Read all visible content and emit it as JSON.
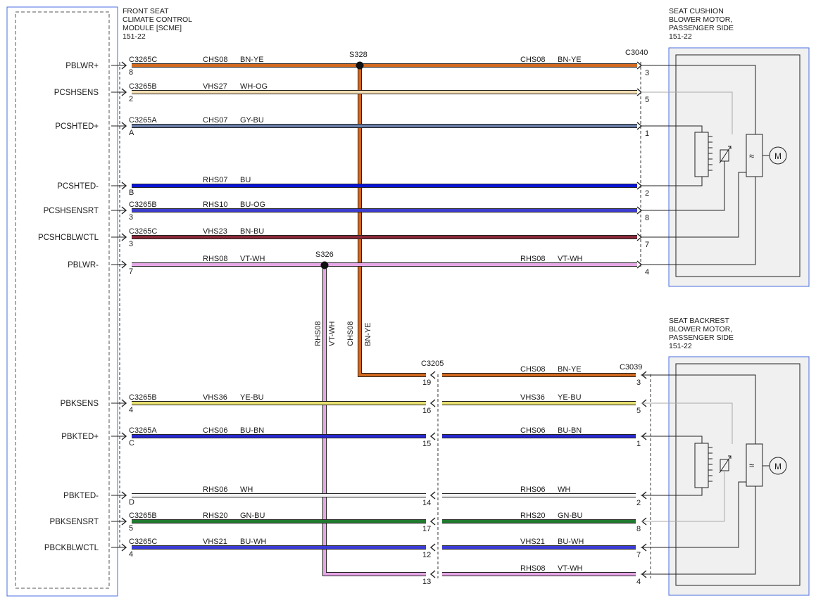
{
  "module": {
    "title": [
      "FRONT SEAT",
      "CLIMATE CONTROL",
      "MODULE [SCME]",
      "151-22"
    ],
    "signals": [
      "PBLWR+",
      "PCSHSENS",
      "PCSHTED+",
      "PCSHTED-",
      "PCSHSENSRT",
      "PCSHCBLWCTL",
      "PBLWR-",
      "PBKSENS",
      "PBKTED+",
      "PBKTED-",
      "PBKSENSRT",
      "PBCKBLWCTL"
    ]
  },
  "cushion": {
    "title": [
      "SEAT CUSHION",
      "BLOWER MOTOR,",
      "PASSENGER SIDE",
      "151-22"
    ],
    "connector": "C3040",
    "motor_symbol": "M"
  },
  "backrest": {
    "title": [
      "SEAT BACKREST",
      "BLOWER MOTOR,",
      "PASSENGER SIDE",
      "151-22"
    ],
    "connector": "C3039",
    "motor_symbol": "M"
  },
  "splices": {
    "s328": "S328",
    "s326": "S326"
  },
  "inline_connector": "C3205",
  "colors": {
    "BN-YE": "#d2691e",
    "WH-OG": "#f5deb3",
    "GY-BU": "#6a7fa8",
    "BU": "#0a14d8",
    "BU-OG": "#3c3cd0",
    "BN-BU": "#8b2a3a",
    "VT-WH": "#e6a6e6",
    "YE-BU": "#e8e070",
    "BU-BN": "#2828d0",
    "WH": "#f4f4f4",
    "GN-BU": "#1f7a2e",
    "BU-WH": "#3a3ad8",
    "module_box_border": "#4a6ee0",
    "box_fill": "#f0f0f0"
  },
  "wires": [
    {
      "signal": "PBLWR+",
      "pin": "8",
      "conn": "C3265C",
      "circuit": "CHS08",
      "color": "BN-YE",
      "far_circuit": "CHS08",
      "far_color": "BN-YE",
      "far_pin": "3"
    },
    {
      "signal": "PCSHSENS",
      "pin": "2",
      "conn": "C3265B",
      "circuit": "VHS27",
      "color": "WH-OG",
      "far_pin": "5"
    },
    {
      "signal": "PCSHTED+",
      "pin": "A",
      "conn": "C3265A",
      "circuit": "CHS07",
      "color": "GY-BU",
      "far_pin": "1"
    },
    {
      "signal": "PCSHTED-",
      "pin": "B",
      "conn": "",
      "circuit": "RHS07",
      "color": "BU",
      "far_pin": "2"
    },
    {
      "signal": "PCSHSENSRT",
      "pin": "3",
      "conn": "C3265B",
      "circuit": "RHS10",
      "color": "BU-OG",
      "far_pin": "8"
    },
    {
      "signal": "PCSHCBLWCTL",
      "pin": "3",
      "conn": "C3265C",
      "circuit": "VHS23",
      "color": "BN-BU",
      "far_pin": "7"
    },
    {
      "signal": "PBLWR-",
      "pin": "7",
      "conn": "",
      "circuit": "RHS08",
      "color": "VT-WH",
      "far_circuit": "RHS08",
      "far_color": "VT-WH",
      "far_pin": "4"
    },
    {
      "signal": "PBKSENS",
      "pin": "4",
      "conn": "C3265B",
      "circuit": "VHS36",
      "color": "YE-BU",
      "mid_pin": "16",
      "far_circuit": "VHS36",
      "far_color": "YE-BU",
      "far_pin": "5"
    },
    {
      "signal": "PBKTED+",
      "pin": "C",
      "conn": "C3265A",
      "circuit": "CHS06",
      "color": "BU-BN",
      "mid_pin": "15",
      "far_circuit": "CHS06",
      "far_color": "BU-BN",
      "far_pin": "1"
    },
    {
      "signal": "PBKTED-",
      "pin": "D",
      "conn": "",
      "circuit": "RHS06",
      "color": "WH",
      "mid_pin": "14",
      "far_circuit": "RHS06",
      "far_color": "WH",
      "far_pin": "2"
    },
    {
      "signal": "PBKSENSRT",
      "pin": "5",
      "conn": "C3265B",
      "circuit": "RHS20",
      "color": "GN-BU",
      "mid_pin": "17",
      "far_circuit": "RHS20",
      "far_color": "GN-BU",
      "far_pin": "8"
    },
    {
      "signal": "PBCKBLWCTL",
      "pin": "4",
      "conn": "C3265C",
      "circuit": "VHS21",
      "color": "BU-WH",
      "mid_pin": "12",
      "far_circuit": "VHS21",
      "far_color": "BU-WH",
      "far_pin": "7"
    }
  ],
  "feeds": {
    "vertical_rhs08": {
      "circuit": "RHS08",
      "color": "VT-WH"
    },
    "vertical_chs08": {
      "circuit": "CHS08",
      "color": "BN-YE"
    },
    "chs08_to_backrest": {
      "mid_pin": "19",
      "far_circuit": "CHS08",
      "far_color": "BN-YE",
      "far_pin": "3"
    },
    "rhs08_to_backrest": {
      "mid_pin": "13",
      "far_circuit": "RHS08",
      "far_color": "VT-WH",
      "far_pin": "4"
    }
  }
}
